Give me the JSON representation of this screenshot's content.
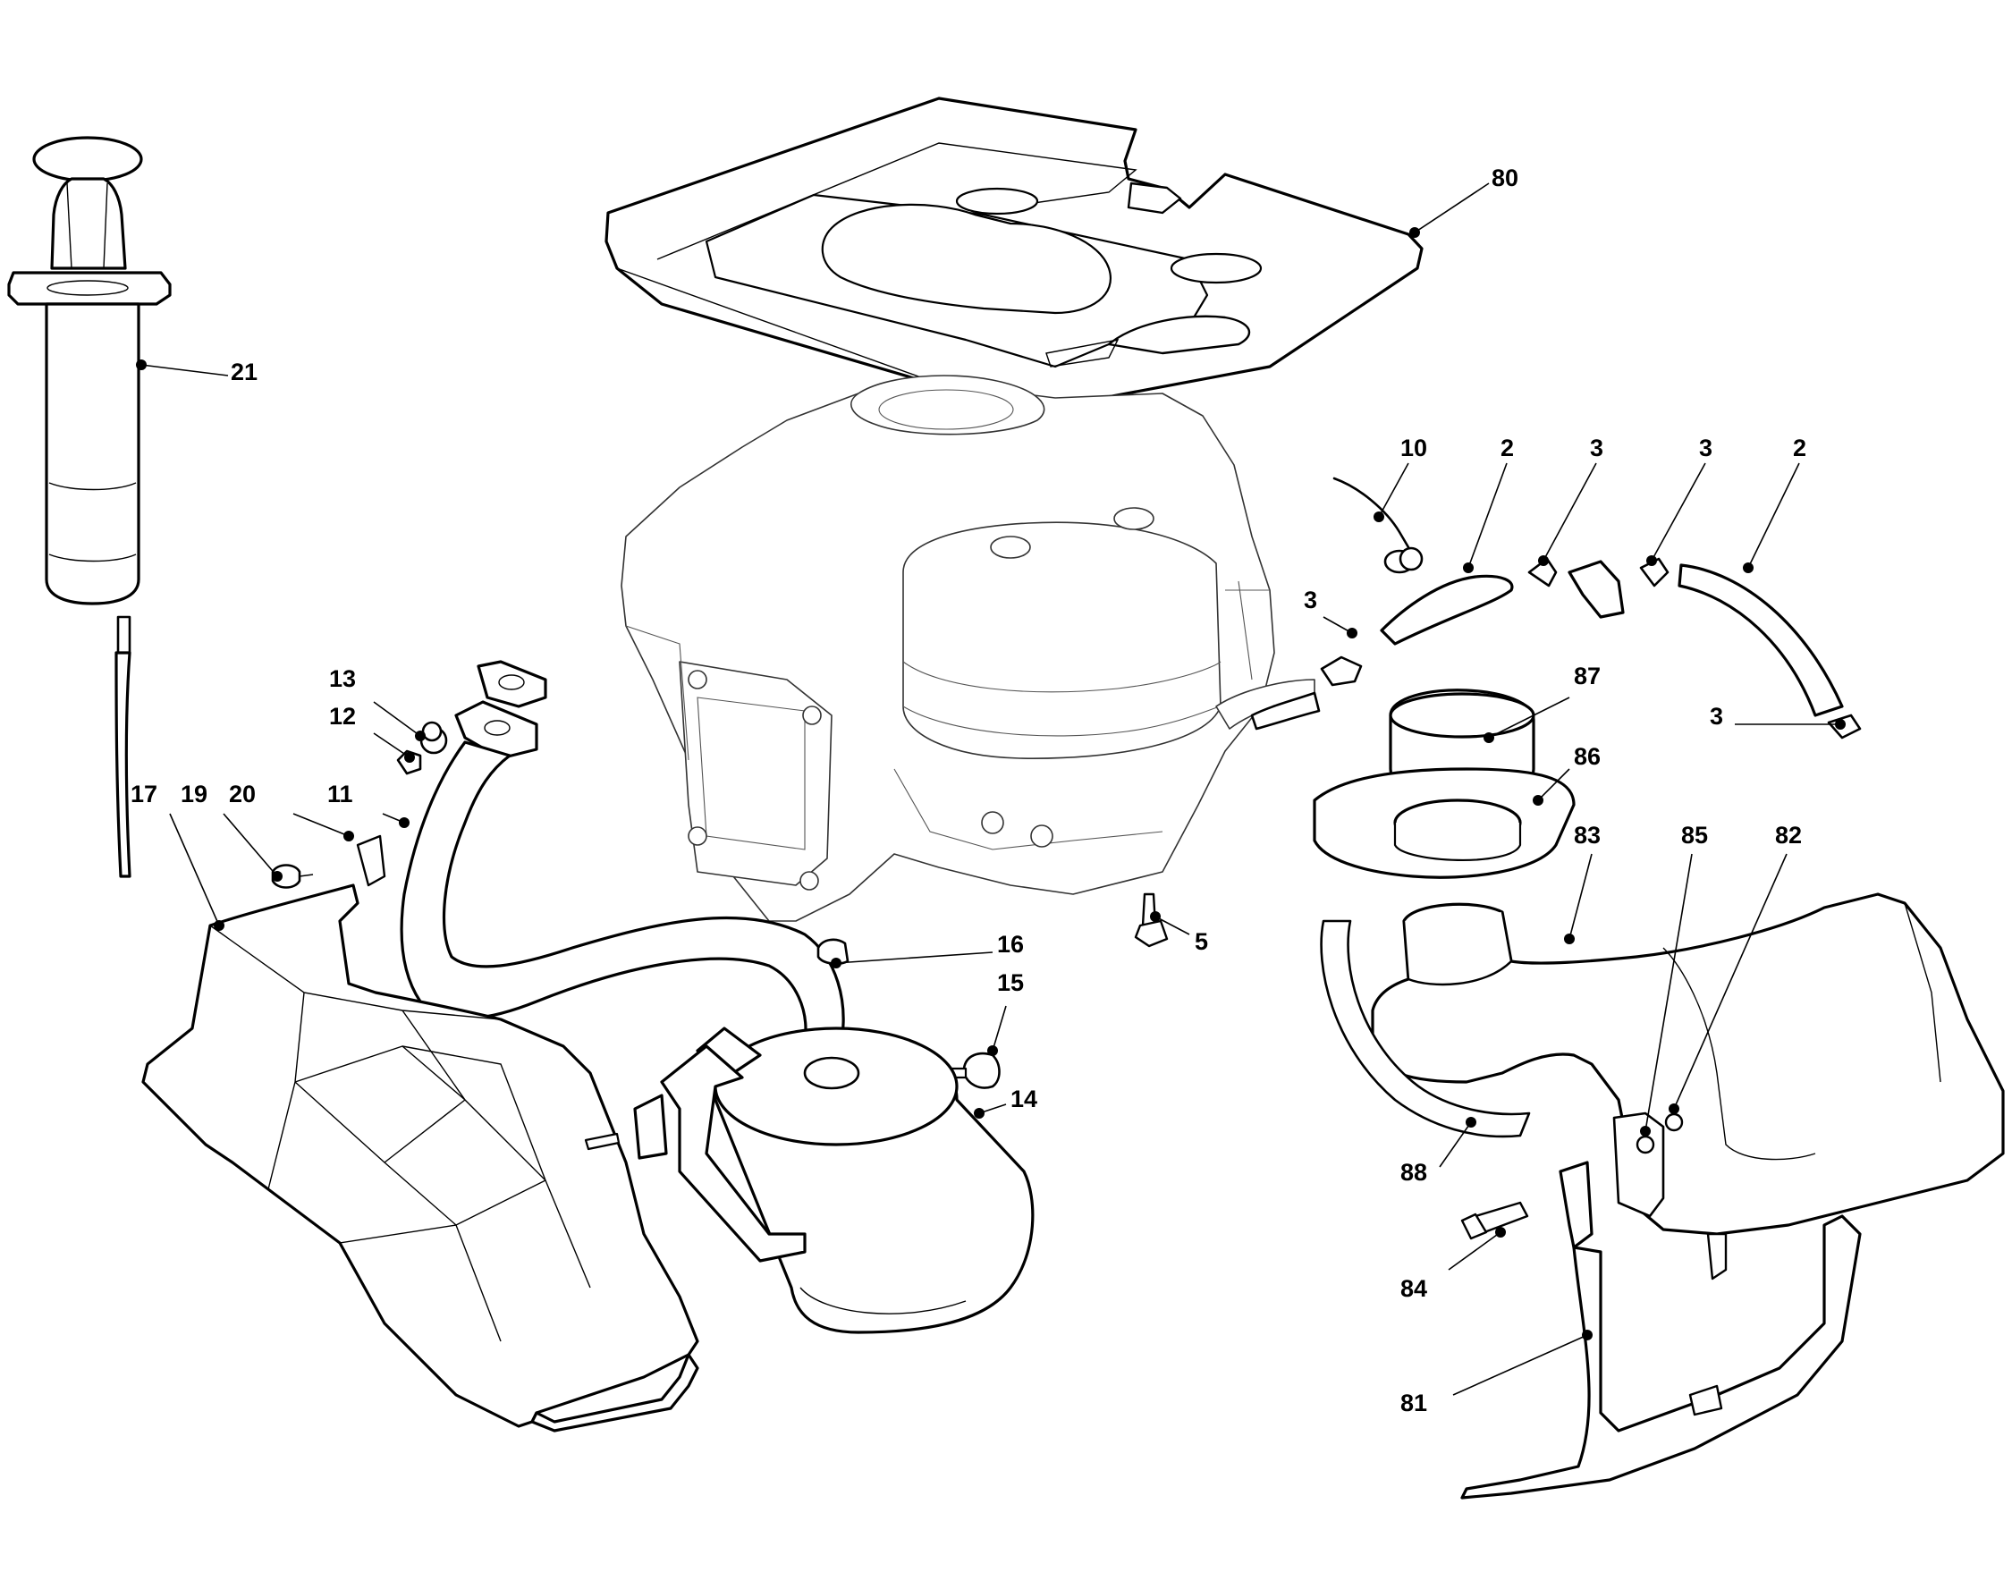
{
  "callouts": [
    {
      "id": "c80",
      "label": "80"
    },
    {
      "id": "c21",
      "label": "21"
    },
    {
      "id": "c10",
      "label": "10"
    },
    {
      "id": "c2a",
      "label": "2"
    },
    {
      "id": "c3a",
      "label": "3"
    },
    {
      "id": "c3b",
      "label": "3"
    },
    {
      "id": "c2b",
      "label": "2"
    },
    {
      "id": "c3c",
      "label": "3"
    },
    {
      "id": "c87",
      "label": "87"
    },
    {
      "id": "c3d",
      "label": "3"
    },
    {
      "id": "c86",
      "label": "86"
    },
    {
      "id": "c13",
      "label": "13"
    },
    {
      "id": "c12",
      "label": "12"
    },
    {
      "id": "c17",
      "label": "17"
    },
    {
      "id": "c19",
      "label": "19"
    },
    {
      "id": "c20",
      "label": "20"
    },
    {
      "id": "c11",
      "label": "11"
    },
    {
      "id": "c83",
      "label": "83"
    },
    {
      "id": "c85",
      "label": "85"
    },
    {
      "id": "c82",
      "label": "82"
    },
    {
      "id": "c5",
      "label": "5"
    },
    {
      "id": "c16",
      "label": "16"
    },
    {
      "id": "c15",
      "label": "15"
    },
    {
      "id": "c14",
      "label": "14"
    },
    {
      "id": "c88",
      "label": "88"
    },
    {
      "id": "c84",
      "label": "84"
    },
    {
      "id": "c81",
      "label": "81"
    }
  ],
  "colors": {
    "line": "#000000",
    "background": "#ffffff"
  }
}
